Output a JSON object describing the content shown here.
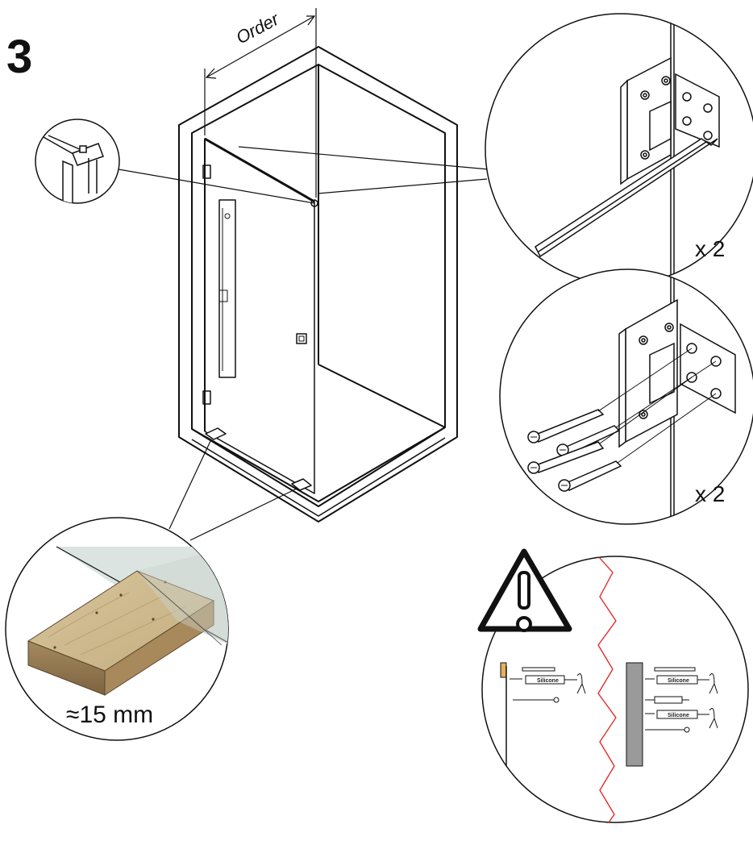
{
  "step_number": "3",
  "dimension_label": "Order",
  "detail_top_right": {
    "multiplier": "x 2"
  },
  "detail_middle_right": {
    "multiplier": "x 2"
  },
  "spacer_detail": {
    "thickness": "≈15 mm"
  },
  "warning_detail": {
    "icon": "warning-triangle-icon",
    "left_tools_label": "Silicone",
    "right_tools_label_1": "Silicone",
    "right_tools_label_2": "Silicone"
  },
  "colors": {
    "line": "#111111",
    "wood": "#c9b48a",
    "wood_dark": "#8a6f4a",
    "glass": "#dbe4e0",
    "warning_red": "#e0221f",
    "wall_grey": "#9a9a9a"
  }
}
